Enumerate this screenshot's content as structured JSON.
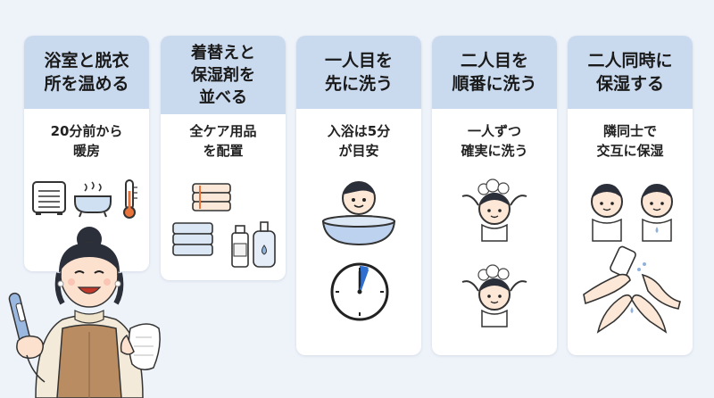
{
  "steps": [
    {
      "title": [
        "浴室と脱衣",
        "所を温める"
      ],
      "desc": [
        "20分前から",
        "暖房"
      ]
    },
    {
      "title": [
        "着替えと",
        "保湿剤を",
        "並べる"
      ],
      "desc": [
        "全ケア用品",
        "を配置"
      ]
    },
    {
      "title": [
        "一人目を",
        "先に洗う"
      ],
      "desc": [
        "入浴は5分",
        "が目安"
      ]
    },
    {
      "title": [
        "二人目を",
        "順番に洗う"
      ],
      "desc": [
        "一人ずつ",
        "確実に洗う"
      ]
    },
    {
      "title": [
        "二人同時に",
        "保湿する"
      ],
      "desc": [
        "隣同士で",
        "交互に保湿"
      ]
    }
  ],
  "colors": {
    "header": "#c9d9ee",
    "background": "#eef3fa",
    "card": "#ffffff",
    "accent": "#e8743b"
  },
  "icons": [
    "heater-icon",
    "bathtub-icon",
    "thermometer-icon",
    "towels-icon",
    "bottles-icon",
    "baby-in-tub-icon",
    "clock-icon",
    "child-shampoo-icon",
    "children-icon",
    "hands-lotion-icon",
    "mother-illustration"
  ]
}
